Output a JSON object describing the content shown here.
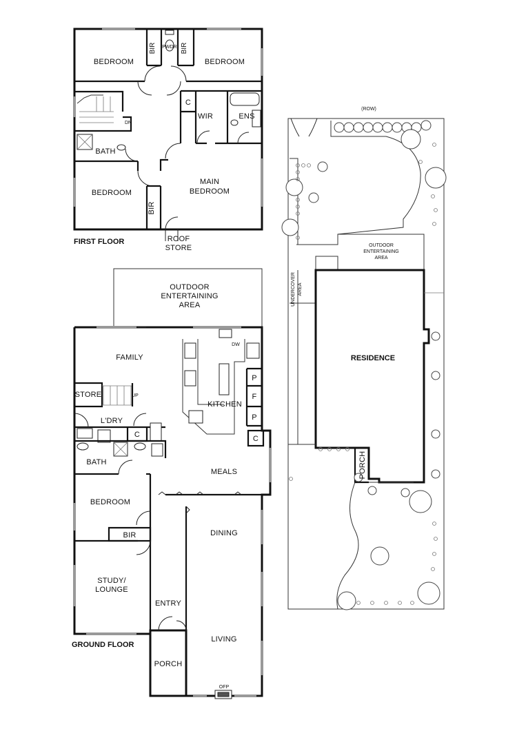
{
  "first_floor": {
    "title": "FIRST FLOOR",
    "rooms": {
      "bedroom_nw": "BEDROOM",
      "bir_1": "BIR",
      "pwdr": "PWDR",
      "bir_2": "BIR",
      "bedroom_ne": "BEDROOM",
      "c": "C",
      "wir": "WIR",
      "ens": "ENS",
      "dn": "DN",
      "bath": "BATH",
      "bedroom_sw": "BEDROOM",
      "bir_3": "BIR",
      "main_bedroom_1": "MAIN",
      "main_bedroom_2": "BEDROOM",
      "roof_store_1": "ROOF",
      "roof_store_2": "STORE"
    }
  },
  "ground_floor": {
    "title": "GROUND FLOOR",
    "rooms": {
      "outdoor_1": "OUTDOOR",
      "outdoor_2": "ENTERTAINING",
      "outdoor_3": "AREA",
      "dw": "DW",
      "family": "FAMILY",
      "store": "STORE",
      "up": "UP",
      "kitchen": "KITCHEN",
      "p1": "P",
      "f": "F",
      "p2": "P",
      "ldry": "L'DRY",
      "c1": "C",
      "c2": "C",
      "bath": "BATH",
      "meals": "MEALS",
      "bedroom": "BEDROOM",
      "bir": "BIR",
      "dining": "DINING",
      "study_1": "STUDY/",
      "study_2": "LOUNGE",
      "entry": "ENTRY",
      "living": "LIVING",
      "porch": "PORCH",
      "ofp": "OFP"
    }
  },
  "site_plan": {
    "row": "(ROW)",
    "outdoor_1": "OUTDOOR",
    "outdoor_2": "ENTERTAINING",
    "outdoor_3": "AREA",
    "undercover_1": "UNDERCOVER",
    "undercover_2": "AREA",
    "residence": "RESIDENCE",
    "porch": "PORCH"
  }
}
